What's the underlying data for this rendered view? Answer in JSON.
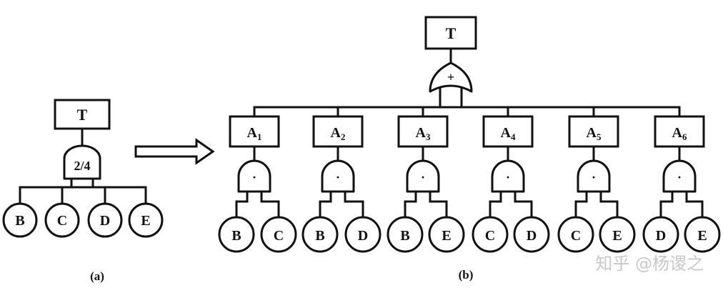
{
  "figure_a": {
    "caption": "(a)",
    "top_event": "T",
    "gate_label": "2/4",
    "inputs": [
      "B",
      "C",
      "D",
      "E"
    ]
  },
  "figure_b": {
    "caption": "(b)",
    "top_event": "T",
    "or_gate_symbol": "+",
    "and_gate_symbol": "·",
    "intermediate_events": [
      {
        "letter": "A",
        "sub": "1",
        "inputs": [
          "B",
          "C"
        ]
      },
      {
        "letter": "A",
        "sub": "2",
        "inputs": [
          "B",
          "D"
        ]
      },
      {
        "letter": "A",
        "sub": "3",
        "inputs": [
          "B",
          "E"
        ]
      },
      {
        "letter": "A",
        "sub": "4",
        "inputs": [
          "C",
          "D"
        ]
      },
      {
        "letter": "A",
        "sub": "5",
        "inputs": [
          "C",
          "E"
        ]
      },
      {
        "letter": "A",
        "sub": "6",
        "inputs": [
          "D",
          "E"
        ]
      }
    ]
  },
  "watermark": "知乎 @杨谡之"
}
